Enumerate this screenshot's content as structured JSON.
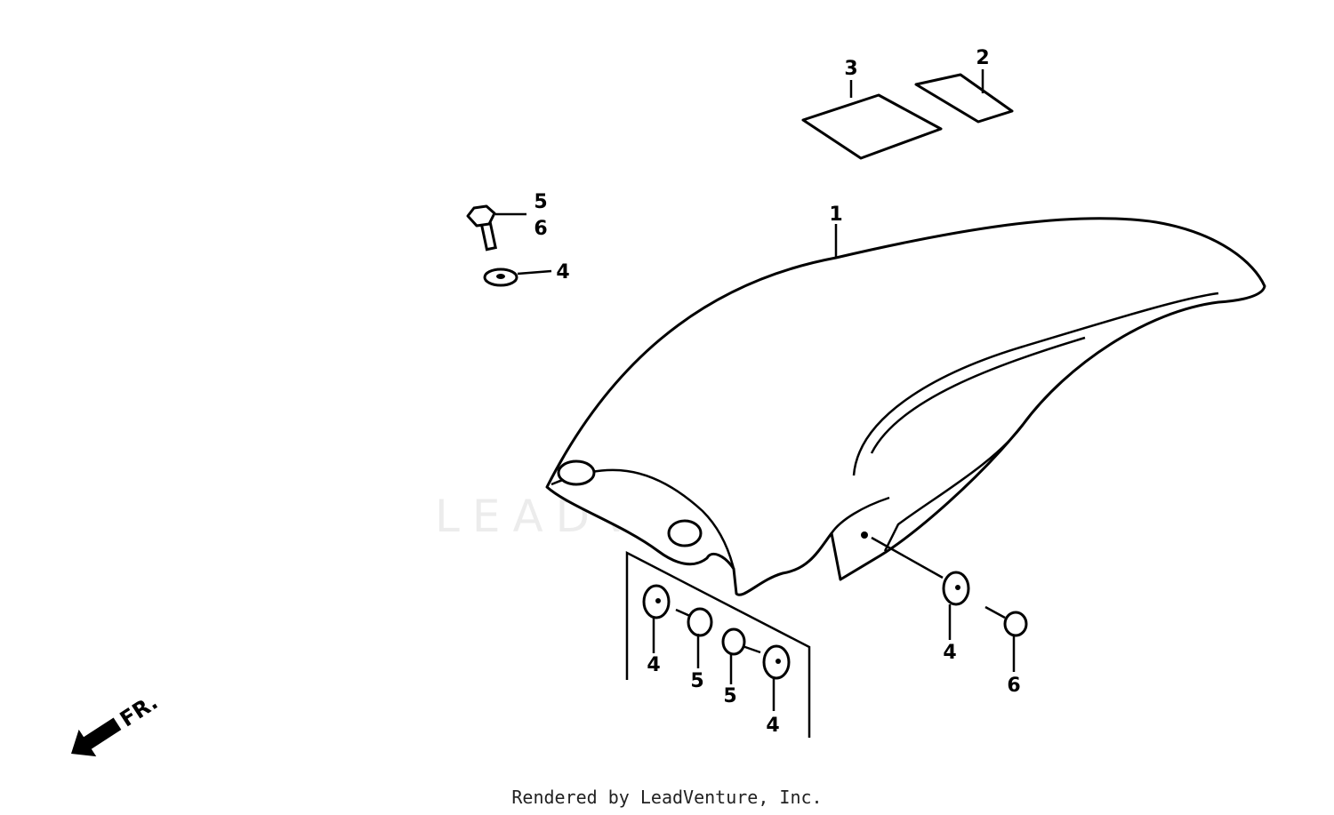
{
  "diagram": {
    "callouts": {
      "fender": "1",
      "sticker_small": "2",
      "sticker_large": "3",
      "washer_top": "4",
      "bolt_top_a": "5",
      "bolt_top_b": "6",
      "washer_bottom_left": "4",
      "bolt_bottom_left": "5",
      "bolt_bottom_mid": "5",
      "washer_bottom_mid": "4",
      "washer_right": "4",
      "bolt_right": "6"
    },
    "direction_arrow": "FR.",
    "watermark": "LEADVENTURE"
  },
  "footer": {
    "text": "Rendered by LeadVenture, Inc."
  }
}
